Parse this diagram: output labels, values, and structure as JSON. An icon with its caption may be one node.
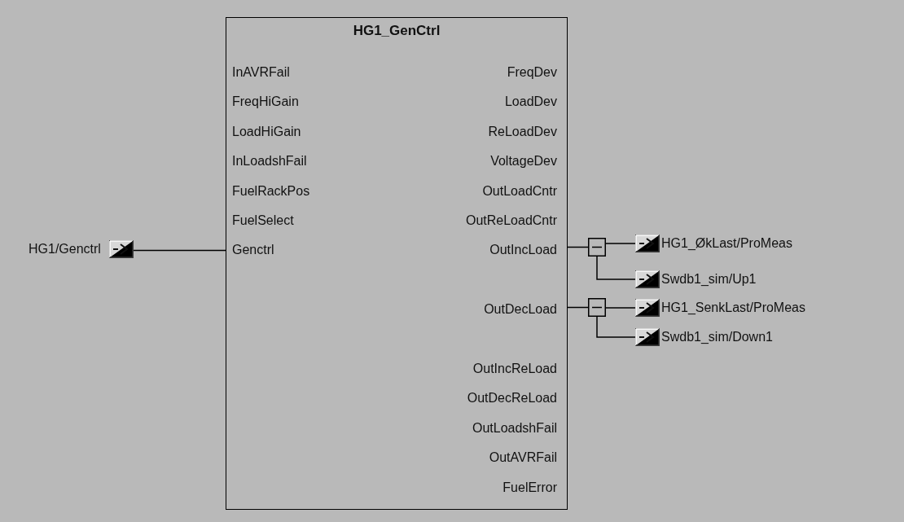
{
  "diagram": {
    "nodes": [
      {
        "text": [
          "HG1_GenCtrl"
        ]
      },
      {
        "text": [
          "InAVRFail"
        ],
        "in": 0
      },
      {
        "text": [
          "FreqHiGain"
        ],
        "in": 0
      },
      {
        "text": [
          "LoadHiGain"
        ],
        "in": 0
      },
      {
        "text": [
          "InLoadshFail"
        ],
        "in": 0
      },
      {
        "text": [
          "FuelRackPos"
        ],
        "in": 0
      },
      {
        "text": [
          "FuelSelect"
        ],
        "in": 0
      },
      {
        "text": [
          "Genctrl"
        ],
        "in": 0
      },
      {
        "text": [
          "FreqDev"
        ],
        "in": 0
      },
      {
        "text": [
          "LoadDev"
        ],
        "in": 0
      },
      {
        "text": [
          "ReLoadDev"
        ],
        "in": 0
      },
      {
        "text": [
          "VoltageDev"
        ],
        "in": 0
      },
      {
        "text": [
          "OutLoadCntr"
        ],
        "in": 0
      },
      {
        "text": [
          "OutReLoadCntr"
        ],
        "in": 0
      },
      {
        "text": [
          "OutIncLoad"
        ],
        "in": 0
      },
      {
        "text": [
          "OutDecLoad"
        ],
        "in": 0
      },
      {
        "text": [
          "OutIncReLoad"
        ],
        "in": 0
      },
      {
        "text": [
          "OutDecReLoad"
        ],
        "in": 0
      },
      {
        "text": [
          "OutLoadshFail"
        ],
        "in": 0
      },
      {
        "text": [
          "OutAVRFail"
        ],
        "in": 0
      },
      {
        "text": [
          "FuelError"
        ],
        "in": 0
      },
      {
        "text": [
          "HG1/Genctrl"
        ]
      },
      {
        "text": [],
        "shape": "box"
      },
      {
        "text": [
          "HG1_ØkLast/ProMeas"
        ]
      },
      {
        "text": [
          "Swdb1_sim/Up1"
        ]
      },
      {
        "text": [],
        "shape": "box"
      },
      {
        "text": [
          "HG1_SenkLast/ProMeas"
        ]
      },
      {
        "text": [
          "Swdb1_sim/Down1"
        ]
      }
    ],
    "edges": [
      {
        "from": 21,
        "to": 7,
        "arrow": "none"
      },
      {
        "from": 14,
        "to": 22,
        "arrow": "none"
      },
      {
        "from": 22,
        "to": 23,
        "arrow": "none"
      },
      {
        "from": 22,
        "to": 24,
        "arrow": "none"
      },
      {
        "from": 15,
        "to": 25,
        "arrow": "none"
      },
      {
        "from": 25,
        "to": 26,
        "arrow": "none"
      },
      {
        "from": 25,
        "to": 27,
        "arrow": "none"
      }
    ]
  }
}
